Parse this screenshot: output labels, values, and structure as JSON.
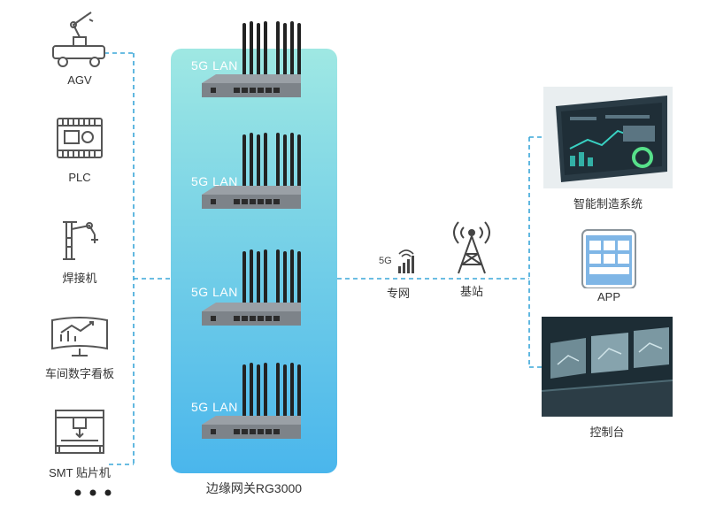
{
  "devices": [
    {
      "label": "AGV",
      "icon": "agv-robot-icon"
    },
    {
      "label": "PLC",
      "icon": "plc-icon"
    },
    {
      "label": "焊接机",
      "icon": "welding-machine-icon"
    },
    {
      "label": "车间数字看板",
      "icon": "dashboard-board-icon"
    },
    {
      "label": "SMT 贴片机",
      "icon": "smt-machine-icon"
    }
  ],
  "gateway": {
    "label": "边缘网关RG3000",
    "lan_labels": [
      "5G LAN",
      "5G LAN",
      "5G LAN",
      "5G LAN"
    ]
  },
  "network": {
    "private_label": "专网",
    "signal_text": "5G",
    "base_station_label": "基站"
  },
  "targets": [
    {
      "label": "智能制造系统",
      "icon": "smart-manufacturing-screen-icon"
    },
    {
      "label": "APP",
      "icon": "mobile-app-icon"
    },
    {
      "label": "控制台",
      "icon": "control-console-icon"
    }
  ],
  "colors": {
    "line": "#3aa7d8",
    "panel_top": "#9fe8e3",
    "panel_bottom": "#4ab6ec",
    "icon": "#555555"
  }
}
